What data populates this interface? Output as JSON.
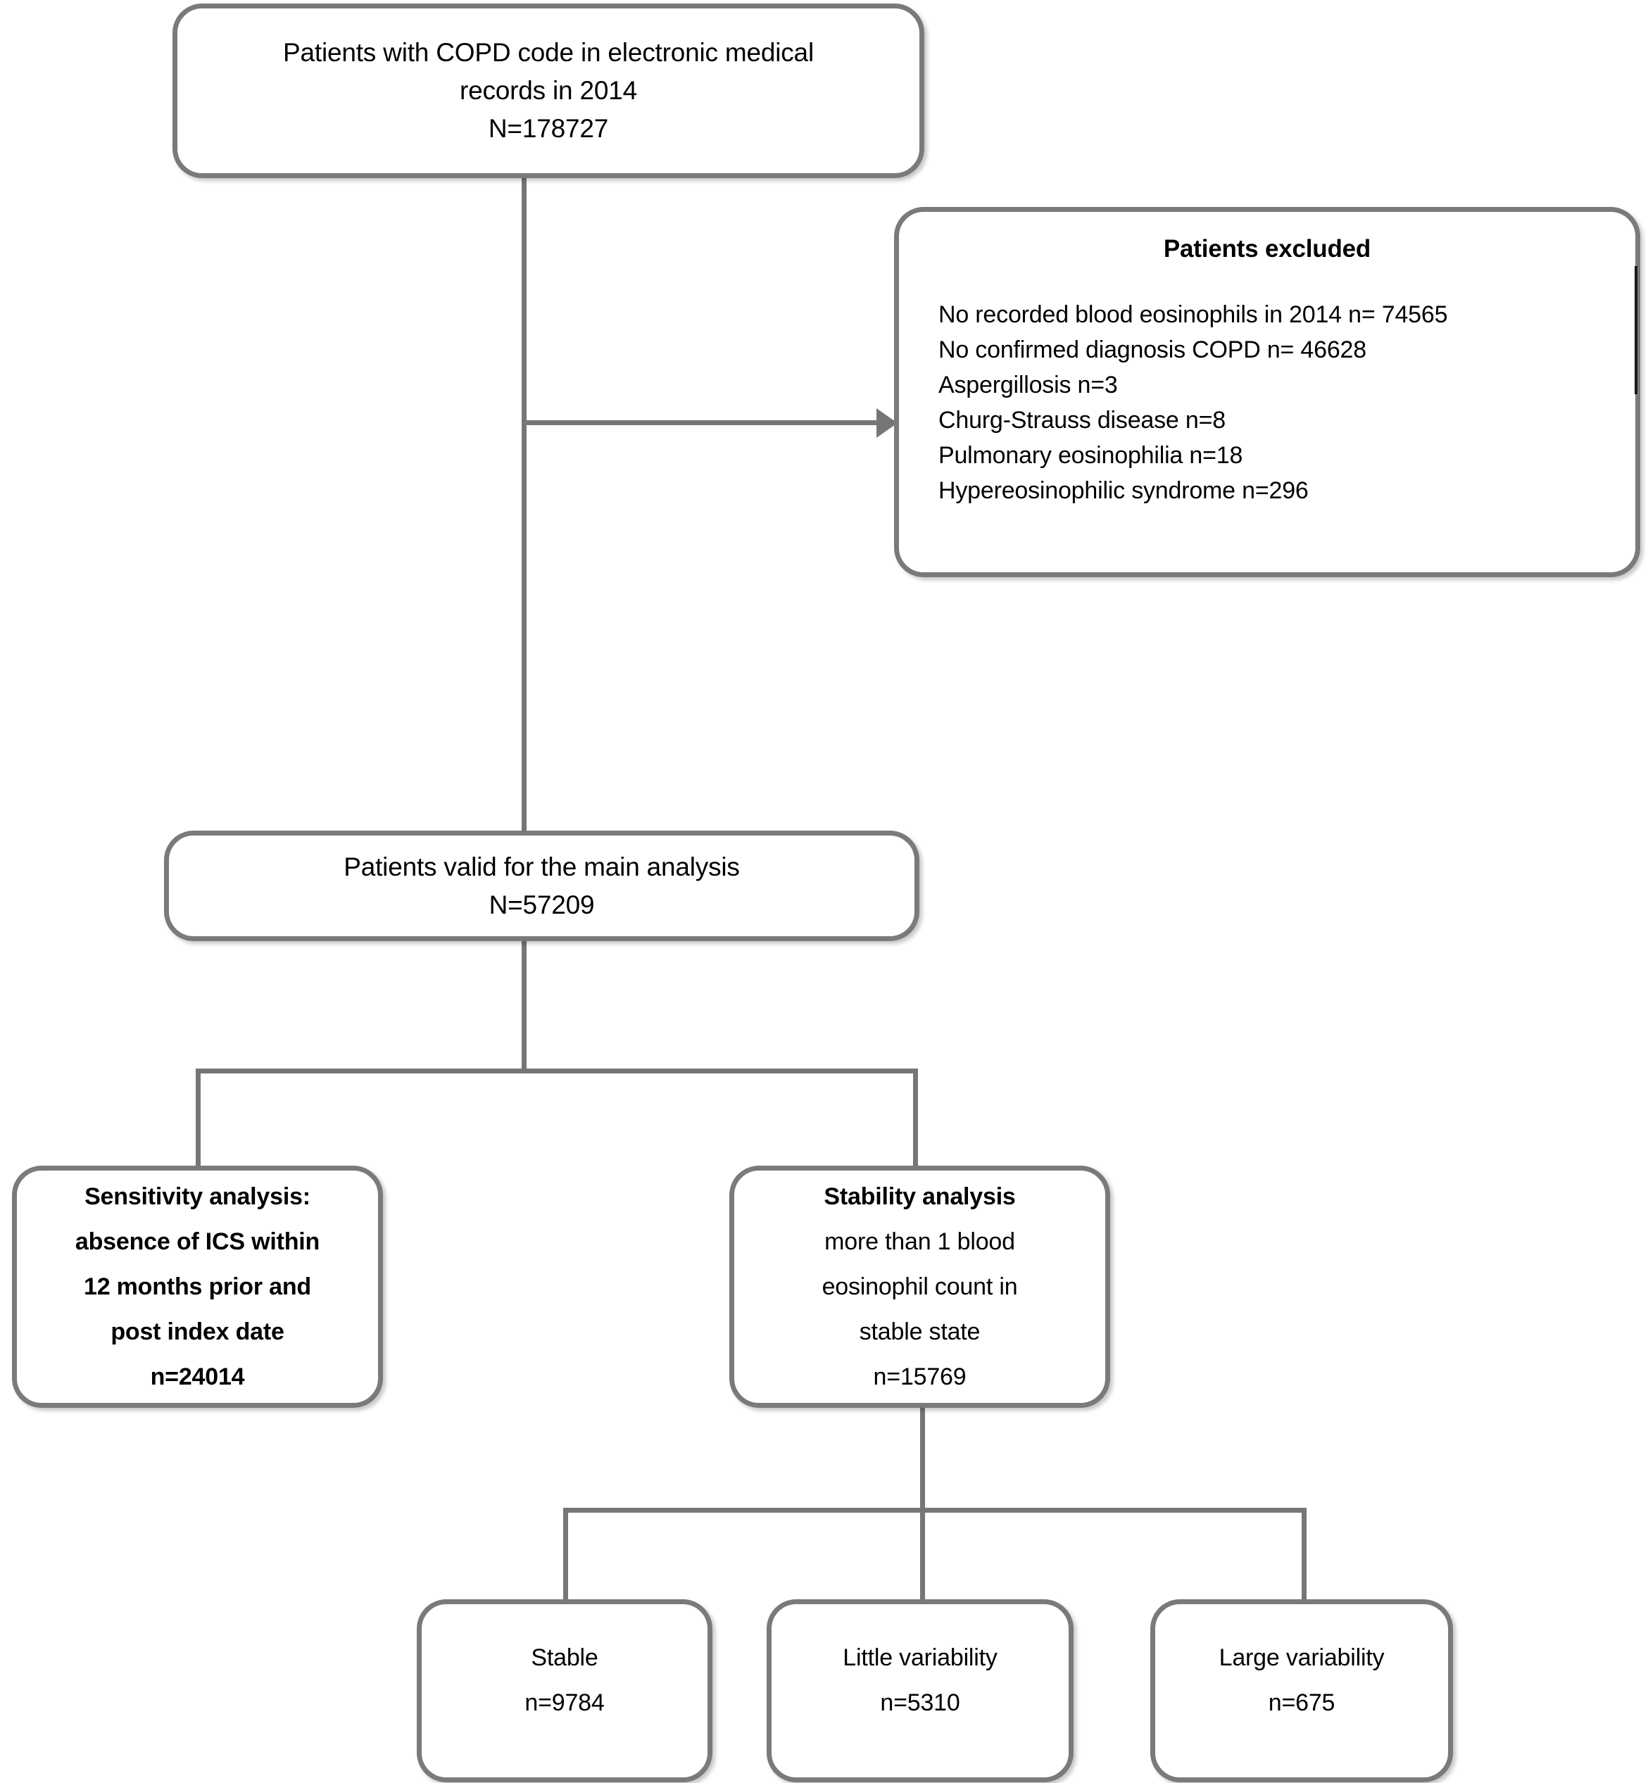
{
  "diagram": {
    "title": "COPD blood eosinophil study patient flow diagram",
    "type": "flowchart",
    "line_color": "#767676",
    "text_color": "#000000",
    "background": "#ffffff"
  },
  "nodes": {
    "source_cohort": {
      "name": "source-cohort",
      "lines": [
        "Patients with COPD code in electronic medical",
        "records in 2014",
        "N=178727"
      ]
    },
    "excluded": {
      "name": "patients-excluded",
      "heading": "Patients excluded",
      "reasons": [
        "No recorded blood eosinophils in 2014 n= 74565",
        "No confirmed diagnosis COPD n= 46628",
        "Aspergillosis n=3",
        "Churg-Strauss disease n=8",
        "Pulmonary eosinophilia n=18",
        "Hypereosinophilic syndrome  n=296"
      ]
    },
    "main_analysis": {
      "name": "main-analysis-cohort",
      "lines": [
        "Patients valid for the main analysis",
        "N=57209"
      ]
    },
    "sensitivity": {
      "name": "sensitivity-analysis",
      "lines": [
        "Sensitivity analysis:",
        "absence of ICS within",
        "12 months prior and",
        "post index date",
        "n=24014"
      ]
    },
    "stability": {
      "name": "stability-analysis",
      "heading": "Stability analysis",
      "lines": [
        "more than 1 blood",
        "eosinophil count in",
        "stable state",
        "n=15769"
      ]
    },
    "stable": {
      "name": "stable-group",
      "lines": [
        "Stable",
        "n=9784"
      ]
    },
    "little_variability": {
      "name": "little-variability-group",
      "lines": [
        "Little variability",
        "n=5310"
      ]
    },
    "large_variability": {
      "name": "large-variability-group",
      "lines": [
        "Large variability",
        "n=675"
      ]
    }
  },
  "chart_data": {
    "type": "flow",
    "title": "Patient selection flow",
    "steps": [
      {
        "label": "Patients with COPD code in electronic medical records in 2014",
        "value": 178727,
        "key": "N"
      },
      {
        "label": "Patients valid for the main analysis",
        "value": 57209,
        "key": "N"
      },
      {
        "label": "Sensitivity analysis: absence of ICS within 12 months prior and post index date",
        "value": 24014,
        "key": "n"
      },
      {
        "label": "Stability analysis more than 1 blood eosinophil count in stable state",
        "value": 15769,
        "key": "n"
      },
      {
        "label": "Stable",
        "value": 9784,
        "key": "n"
      },
      {
        "label": "Little variability",
        "value": 5310,
        "key": "n"
      },
      {
        "label": "Large variability",
        "value": 675,
        "key": "n"
      }
    ],
    "exclusions": [
      {
        "label": "No recorded blood eosinophils in 2014",
        "value": 74565
      },
      {
        "label": "No confirmed diagnosis COPD",
        "value": 46628
      },
      {
        "label": "Aspergillosis",
        "value": 3
      },
      {
        "label": "Churg-Strauss disease",
        "value": 8
      },
      {
        "label": "Pulmonary eosinophilia",
        "value": 18
      },
      {
        "label": "Hypereosinophilic syndrome",
        "value": 296
      }
    ]
  }
}
